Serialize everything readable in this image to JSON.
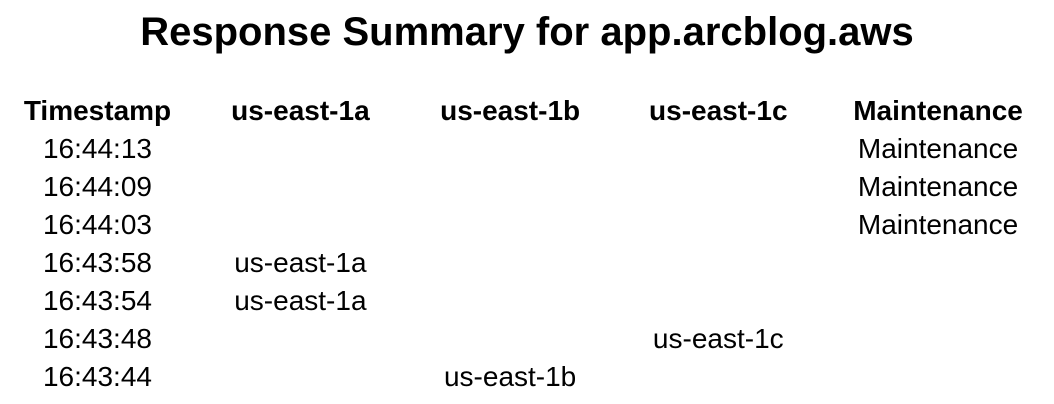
{
  "chart_data": {
    "type": "table",
    "title": "Response Summary for app.arcblog.aws",
    "columns": [
      "Timestamp",
      "us-east-1a",
      "us-east-1b",
      "us-east-1c",
      "Maintenance"
    ],
    "rows": [
      [
        "16:44:13",
        "",
        "",
        "",
        "Maintenance"
      ],
      [
        "16:44:09",
        "",
        "",
        "",
        "Maintenance"
      ],
      [
        "16:44:03",
        "",
        "",
        "",
        "Maintenance"
      ],
      [
        "16:43:58",
        "us-east-1a",
        "",
        "",
        ""
      ],
      [
        "16:43:54",
        "us-east-1a",
        "",
        "",
        ""
      ],
      [
        "16:43:48",
        "",
        "",
        "us-east-1c",
        ""
      ],
      [
        "16:43:44",
        "",
        "us-east-1b",
        "",
        ""
      ]
    ],
    "layout": {
      "grid": "off",
      "header_style": "bold",
      "cell_alignment": "center"
    }
  },
  "colors": {
    "background": "#ffffff",
    "text": "#000000"
  }
}
